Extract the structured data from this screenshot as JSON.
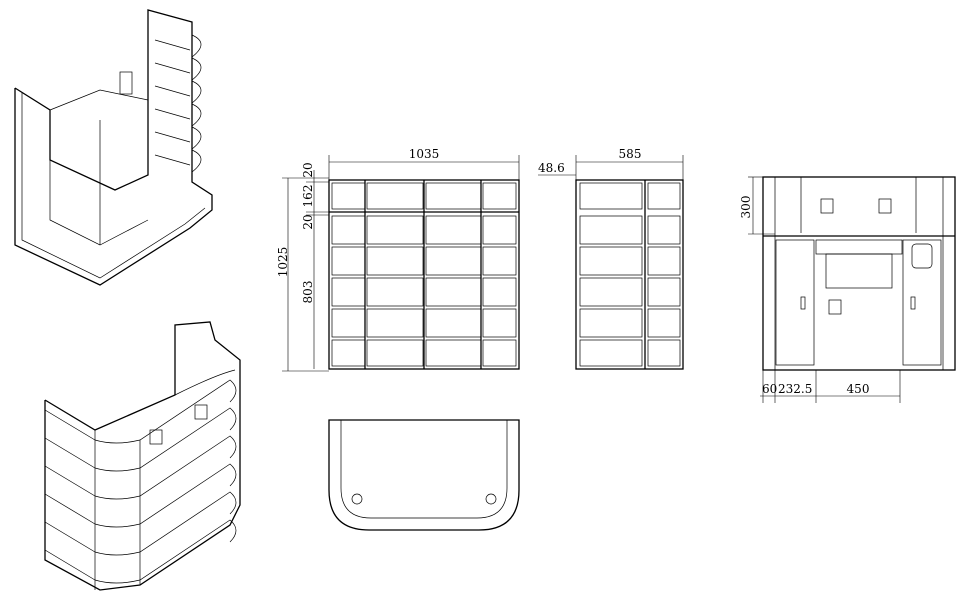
{
  "drawing": {
    "front_view": {
      "width": "1035",
      "height": "1025",
      "top_gap": "20",
      "top_band": "162",
      "band_gap": "20",
      "body": "803"
    },
    "side_view": {
      "depth": "585",
      "offset": "48.6"
    },
    "rear_view": {
      "top_band": "300",
      "side": "60",
      "door": "232.5",
      "opening": "450"
    },
    "colors": {
      "line": "#000000",
      "background": "#ffffff"
    }
  }
}
